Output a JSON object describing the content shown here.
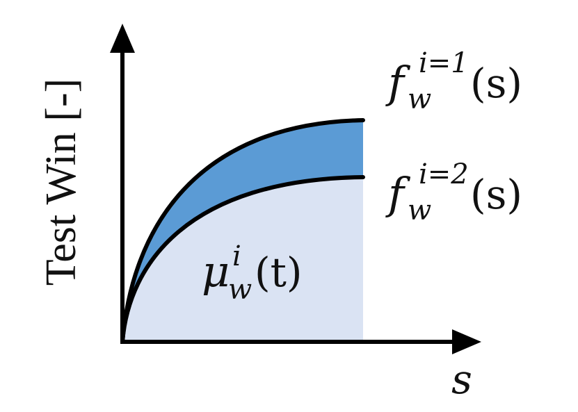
{
  "figure": {
    "y_axis_label": "Test Win [-]",
    "x_axis_label": "s",
    "curve_upper": {
      "base": "f",
      "sub": "w",
      "sup": "i=1",
      "arg": "(s)"
    },
    "curve_lower": {
      "base": "f",
      "sub": "w",
      "sup": "i=2",
      "arg": "(s)"
    },
    "area_label": {
      "base": "μ",
      "sub": "w",
      "sup": "i",
      "arg": "(t)"
    }
  },
  "colors": {
    "upper_band": "#5b9bd5",
    "lower_area": "#dae3f3",
    "stroke": "#000000",
    "text": "#111111"
  }
}
